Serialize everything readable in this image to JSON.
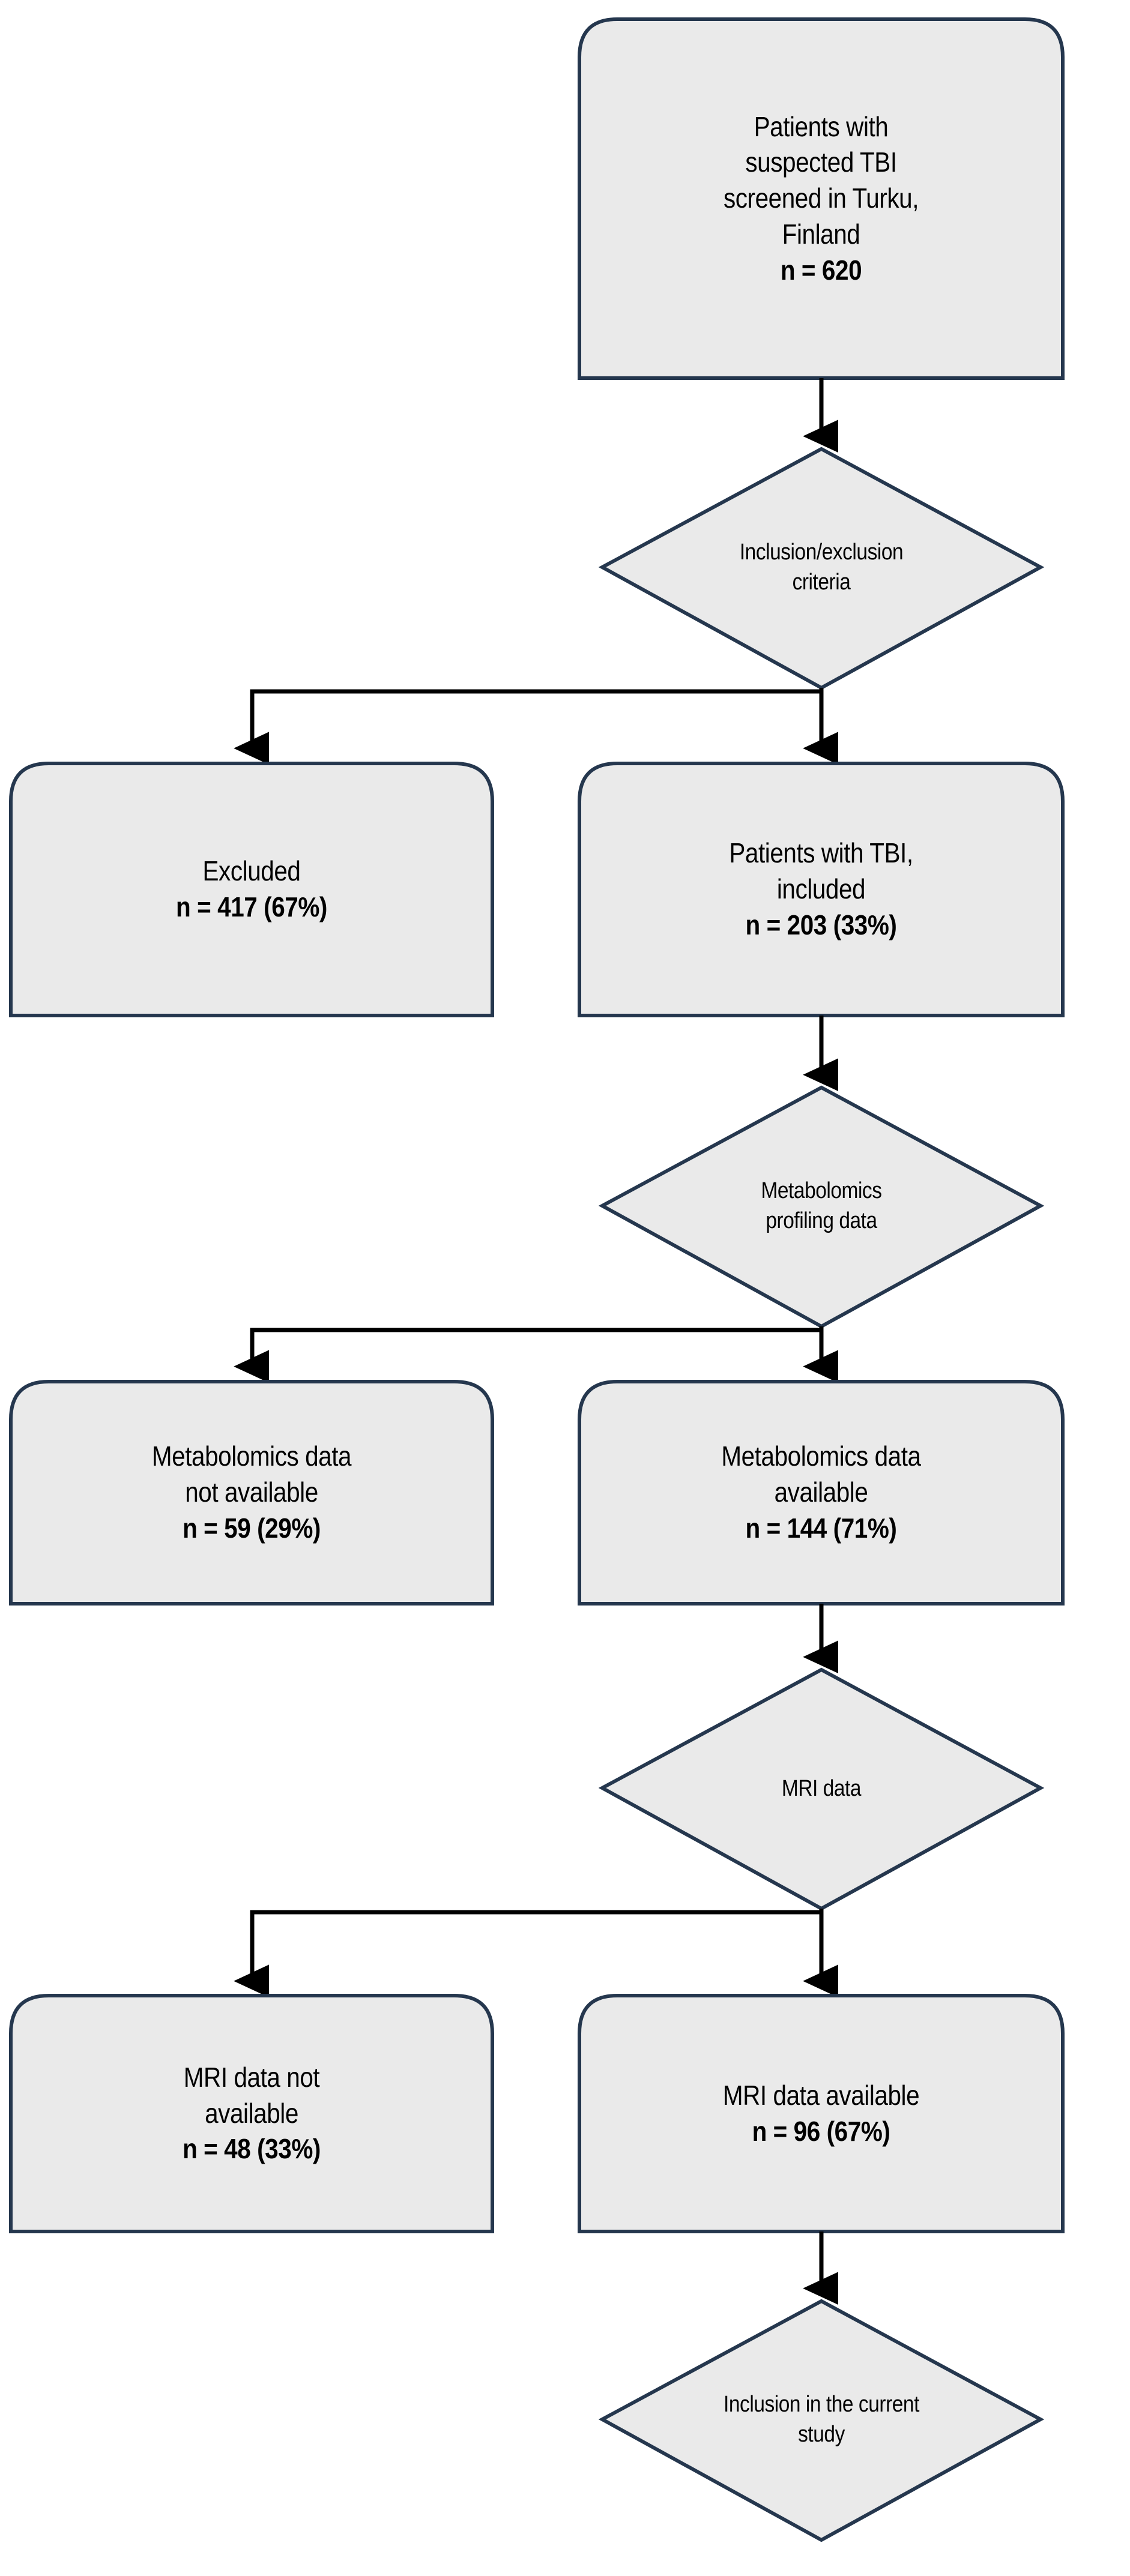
{
  "figure": {
    "type": "flowchart",
    "orientation": "top-to-bottom",
    "style": {
      "node_fill": "#EAEAEA",
      "node_border": "#25374E",
      "connector_color": "#000000",
      "background": "#FFFFFF"
    }
  },
  "nodes": [
    {
      "id": "screened",
      "shape": "rounded-top-rectangle",
      "column": "right",
      "lines": [
        {
          "text": "Patients with",
          "bold": false
        },
        {
          "text": "suspected TBI",
          "bold": false
        },
        {
          "text": "screened in Turku,",
          "bold": false
        },
        {
          "text": "Finland",
          "bold": false
        },
        {
          "text": "n = 620",
          "bold": true
        }
      ],
      "n": 620
    },
    {
      "id": "inclusion-criteria",
      "shape": "diamond",
      "column": "right",
      "lines": [
        {
          "text": "Inclusion/exclusion",
          "bold": false
        },
        {
          "text": "criteria",
          "bold": false
        }
      ]
    },
    {
      "id": "excluded",
      "shape": "rounded-top-rectangle",
      "column": "left",
      "lines": [
        {
          "text": "Excluded",
          "bold": false
        },
        {
          "text": "n = 417 (67%)",
          "bold": true
        }
      ],
      "n": 417,
      "percent": 67
    },
    {
      "id": "included",
      "shape": "rounded-top-rectangle",
      "column": "right",
      "lines": [
        {
          "text": "Patients with TBI,",
          "bold": false
        },
        {
          "text": "included",
          "bold": false
        },
        {
          "text": "n = 203 (33%)",
          "bold": true
        }
      ],
      "n": 203,
      "percent": 33
    },
    {
      "id": "metabolomics-profiling",
      "shape": "diamond",
      "column": "right",
      "lines": [
        {
          "text": "Metabolomics",
          "bold": false
        },
        {
          "text": "profiling data",
          "bold": false
        }
      ]
    },
    {
      "id": "metabolomics-not-available",
      "shape": "rounded-top-rectangle",
      "column": "left",
      "lines": [
        {
          "text": "Metabolomics data",
          "bold": false
        },
        {
          "text": "not available",
          "bold": false
        },
        {
          "text": "n = 59 (29%)",
          "bold": true
        }
      ],
      "n": 59,
      "percent": 29
    },
    {
      "id": "metabolomics-available",
      "shape": "rounded-top-rectangle",
      "column": "right",
      "lines": [
        {
          "text": "Metabolomics data",
          "bold": false
        },
        {
          "text": "available",
          "bold": false
        },
        {
          "text": "n = 144 (71%)",
          "bold": true
        }
      ],
      "n": 144,
      "percent": 71
    },
    {
      "id": "mri-data",
      "shape": "diamond",
      "column": "right",
      "lines": [
        {
          "text": "MRI data",
          "bold": false
        }
      ]
    },
    {
      "id": "mri-not-available",
      "shape": "rounded-top-rectangle",
      "column": "left",
      "lines": [
        {
          "text": "MRI data not",
          "bold": false
        },
        {
          "text": "available",
          "bold": false
        },
        {
          "text": "n = 48 (33%)",
          "bold": true
        }
      ],
      "n": 48,
      "percent": 33
    },
    {
      "id": "mri-available",
      "shape": "rounded-top-rectangle",
      "column": "right",
      "lines": [
        {
          "text": "MRI data available",
          "bold": false
        },
        {
          "text": "n = 96 (67%)",
          "bold": true
        }
      ],
      "n": 96,
      "percent": 67
    },
    {
      "id": "inclusion-current-study",
      "shape": "diamond",
      "column": "right",
      "lines": [
        {
          "text": "Inclusion in the current",
          "bold": false
        },
        {
          "text": "study",
          "bold": false
        }
      ]
    }
  ],
  "edges": [
    {
      "from": "screened",
      "to": "inclusion-criteria",
      "kind": "straight-down"
    },
    {
      "from": "inclusion-criteria",
      "to": "excluded",
      "kind": "elbow-left"
    },
    {
      "from": "inclusion-criteria",
      "to": "included",
      "kind": "straight-down"
    },
    {
      "from": "included",
      "to": "metabolomics-profiling",
      "kind": "straight-down"
    },
    {
      "from": "metabolomics-profiling",
      "to": "metabolomics-not-available",
      "kind": "elbow-left"
    },
    {
      "from": "metabolomics-profiling",
      "to": "metabolomics-available",
      "kind": "straight-down"
    },
    {
      "from": "metabolomics-available",
      "to": "mri-data",
      "kind": "straight-down"
    },
    {
      "from": "mri-data",
      "to": "mri-not-available",
      "kind": "elbow-left"
    },
    {
      "from": "mri-data",
      "to": "mri-available",
      "kind": "straight-down"
    },
    {
      "from": "mri-available",
      "to": "inclusion-current-study",
      "kind": "straight-down"
    }
  ]
}
